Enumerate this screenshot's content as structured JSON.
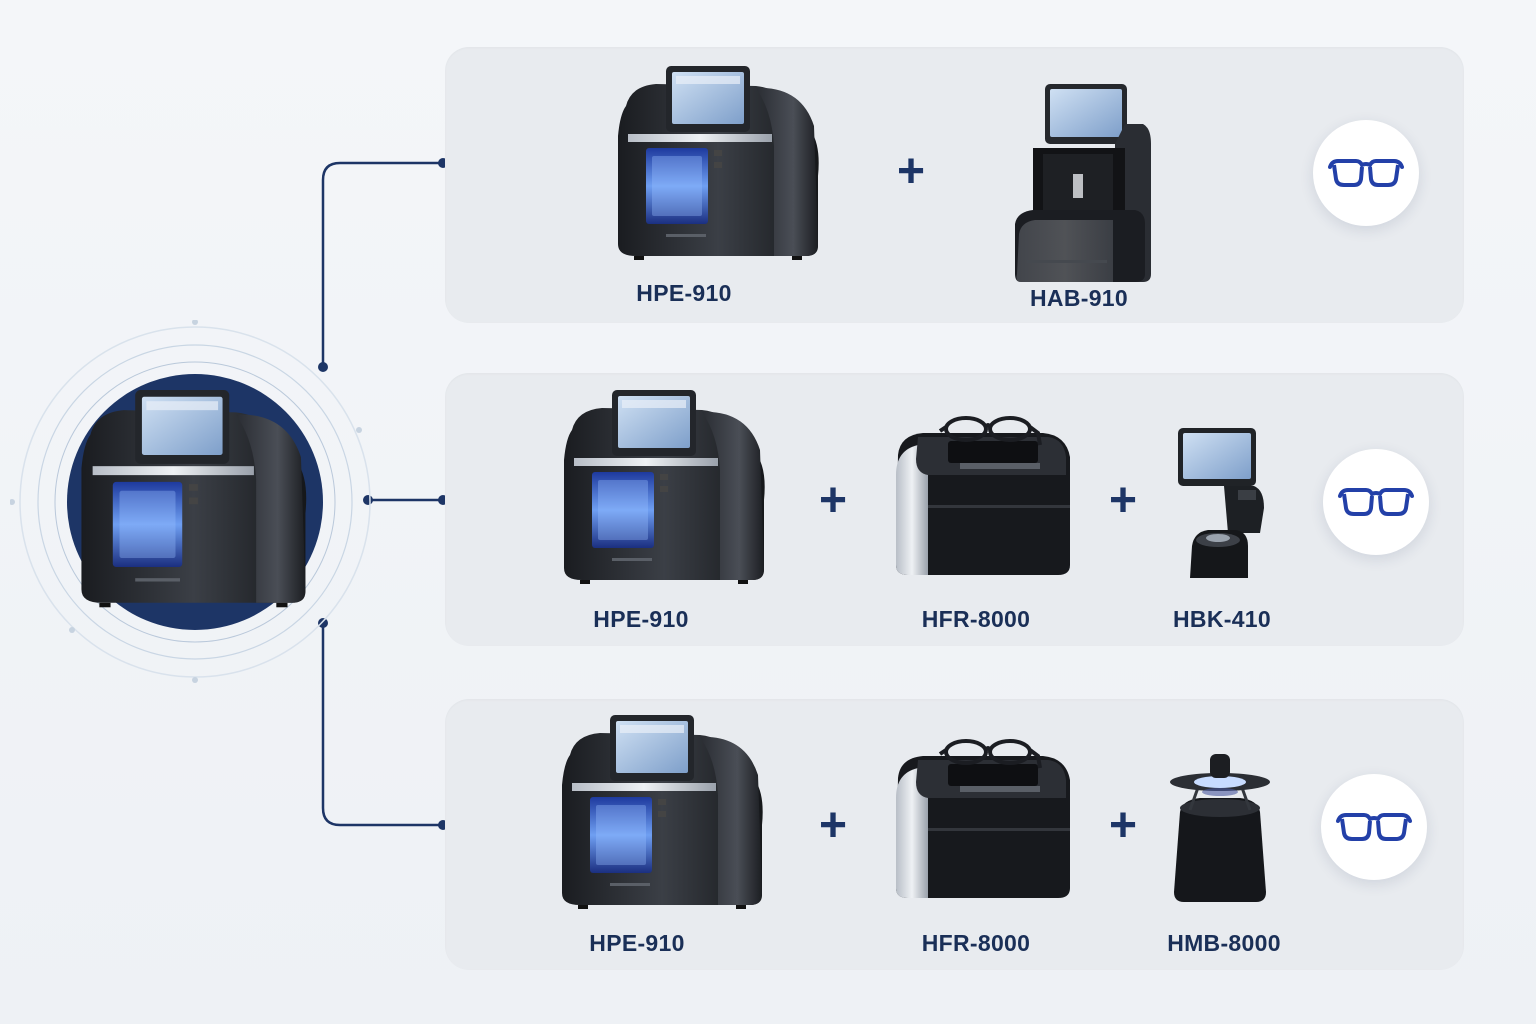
{
  "colors": {
    "navy": "#1d3566",
    "panel": "#e8ebef",
    "accent_glasses": "#2340a8"
  },
  "source": {
    "icon": "pattern-edger-device-icon",
    "highlight": "navy-circle"
  },
  "options": [
    {
      "items": [
        {
          "model": "HPE-910",
          "icon": "pattern-edger-icon"
        },
        {
          "model": "HAB-910",
          "icon": "auto-blocker-icon"
        }
      ],
      "result_icon": "glasses-icon"
    },
    {
      "items": [
        {
          "model": "HPE-910",
          "icon": "pattern-edger-icon"
        },
        {
          "model": "HFR-8000",
          "icon": "frame-tracer-icon"
        },
        {
          "model": "HBK-410",
          "icon": "blocker-icon"
        }
      ],
      "result_icon": "glasses-icon"
    },
    {
      "items": [
        {
          "model": "HPE-910",
          "icon": "pattern-edger-icon"
        },
        {
          "model": "HFR-8000",
          "icon": "frame-tracer-icon"
        },
        {
          "model": "HMB-8000",
          "icon": "manual-blocker-icon"
        }
      ],
      "result_icon": "glasses-icon"
    }
  ],
  "plus_symbol": "+"
}
